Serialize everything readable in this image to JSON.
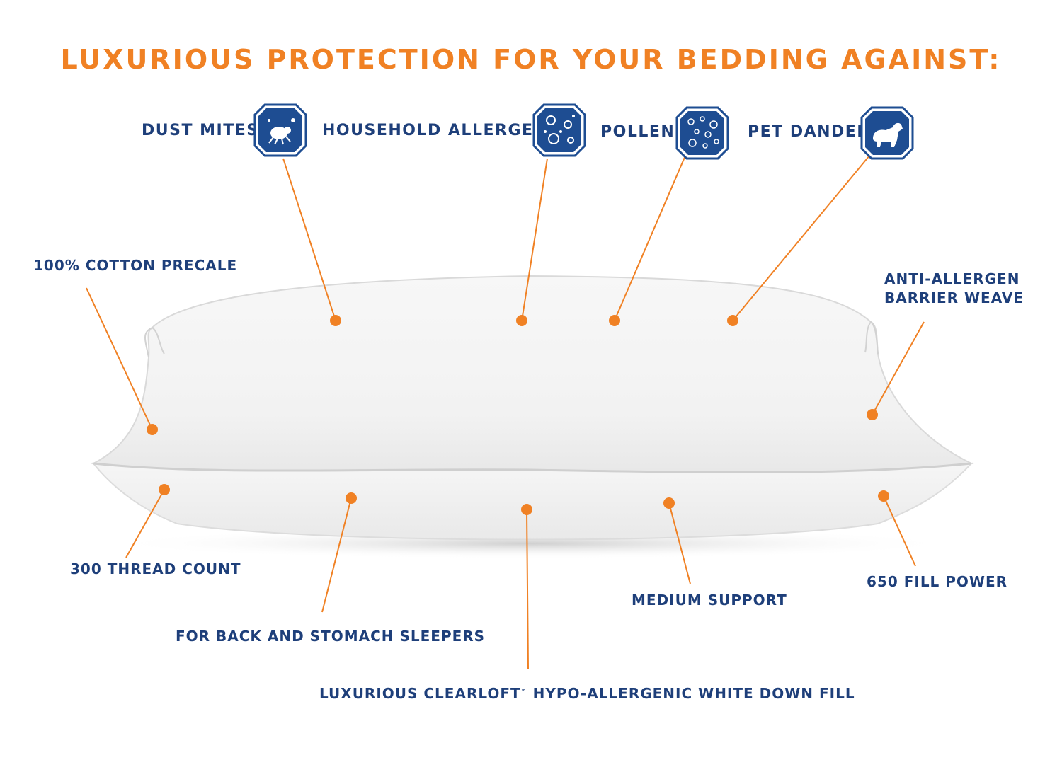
{
  "headline": "LUXURIOUS PROTECTION FOR YOUR BEDDING AGAINST:",
  "protections": [
    {
      "label": "DUST MITES",
      "icon": "dust-mite-icon"
    },
    {
      "label": "HOUSEHOLD ALLERGENS",
      "icon": "allergen-icon"
    },
    {
      "label": "POLLEN",
      "icon": "pollen-icon"
    },
    {
      "label": "PET DANDER",
      "icon": "pet-dander-icon"
    }
  ],
  "features": {
    "cotton": "100% COTTON PRECALE",
    "barrier_line1": "ANTI-ALLERGEN",
    "barrier_line2": "BARRIER WEAVE",
    "thread": "300 THREAD COUNT",
    "sleepers": "FOR BACK AND STOMACH SLEEPERS",
    "fill_pre": "LUXURIOUS CLEARLOFT",
    "fill_tm": "™",
    "fill_post": " HYPO-ALLERGENIC WHITE DOWN FILL",
    "support": "MEDIUM SUPPORT",
    "fill_power": "650 FILL POWER"
  },
  "colors": {
    "headline": "#F08124",
    "label": "#1E3F7A",
    "callout": "#F08124",
    "icon_bg": "#1E4D92"
  }
}
